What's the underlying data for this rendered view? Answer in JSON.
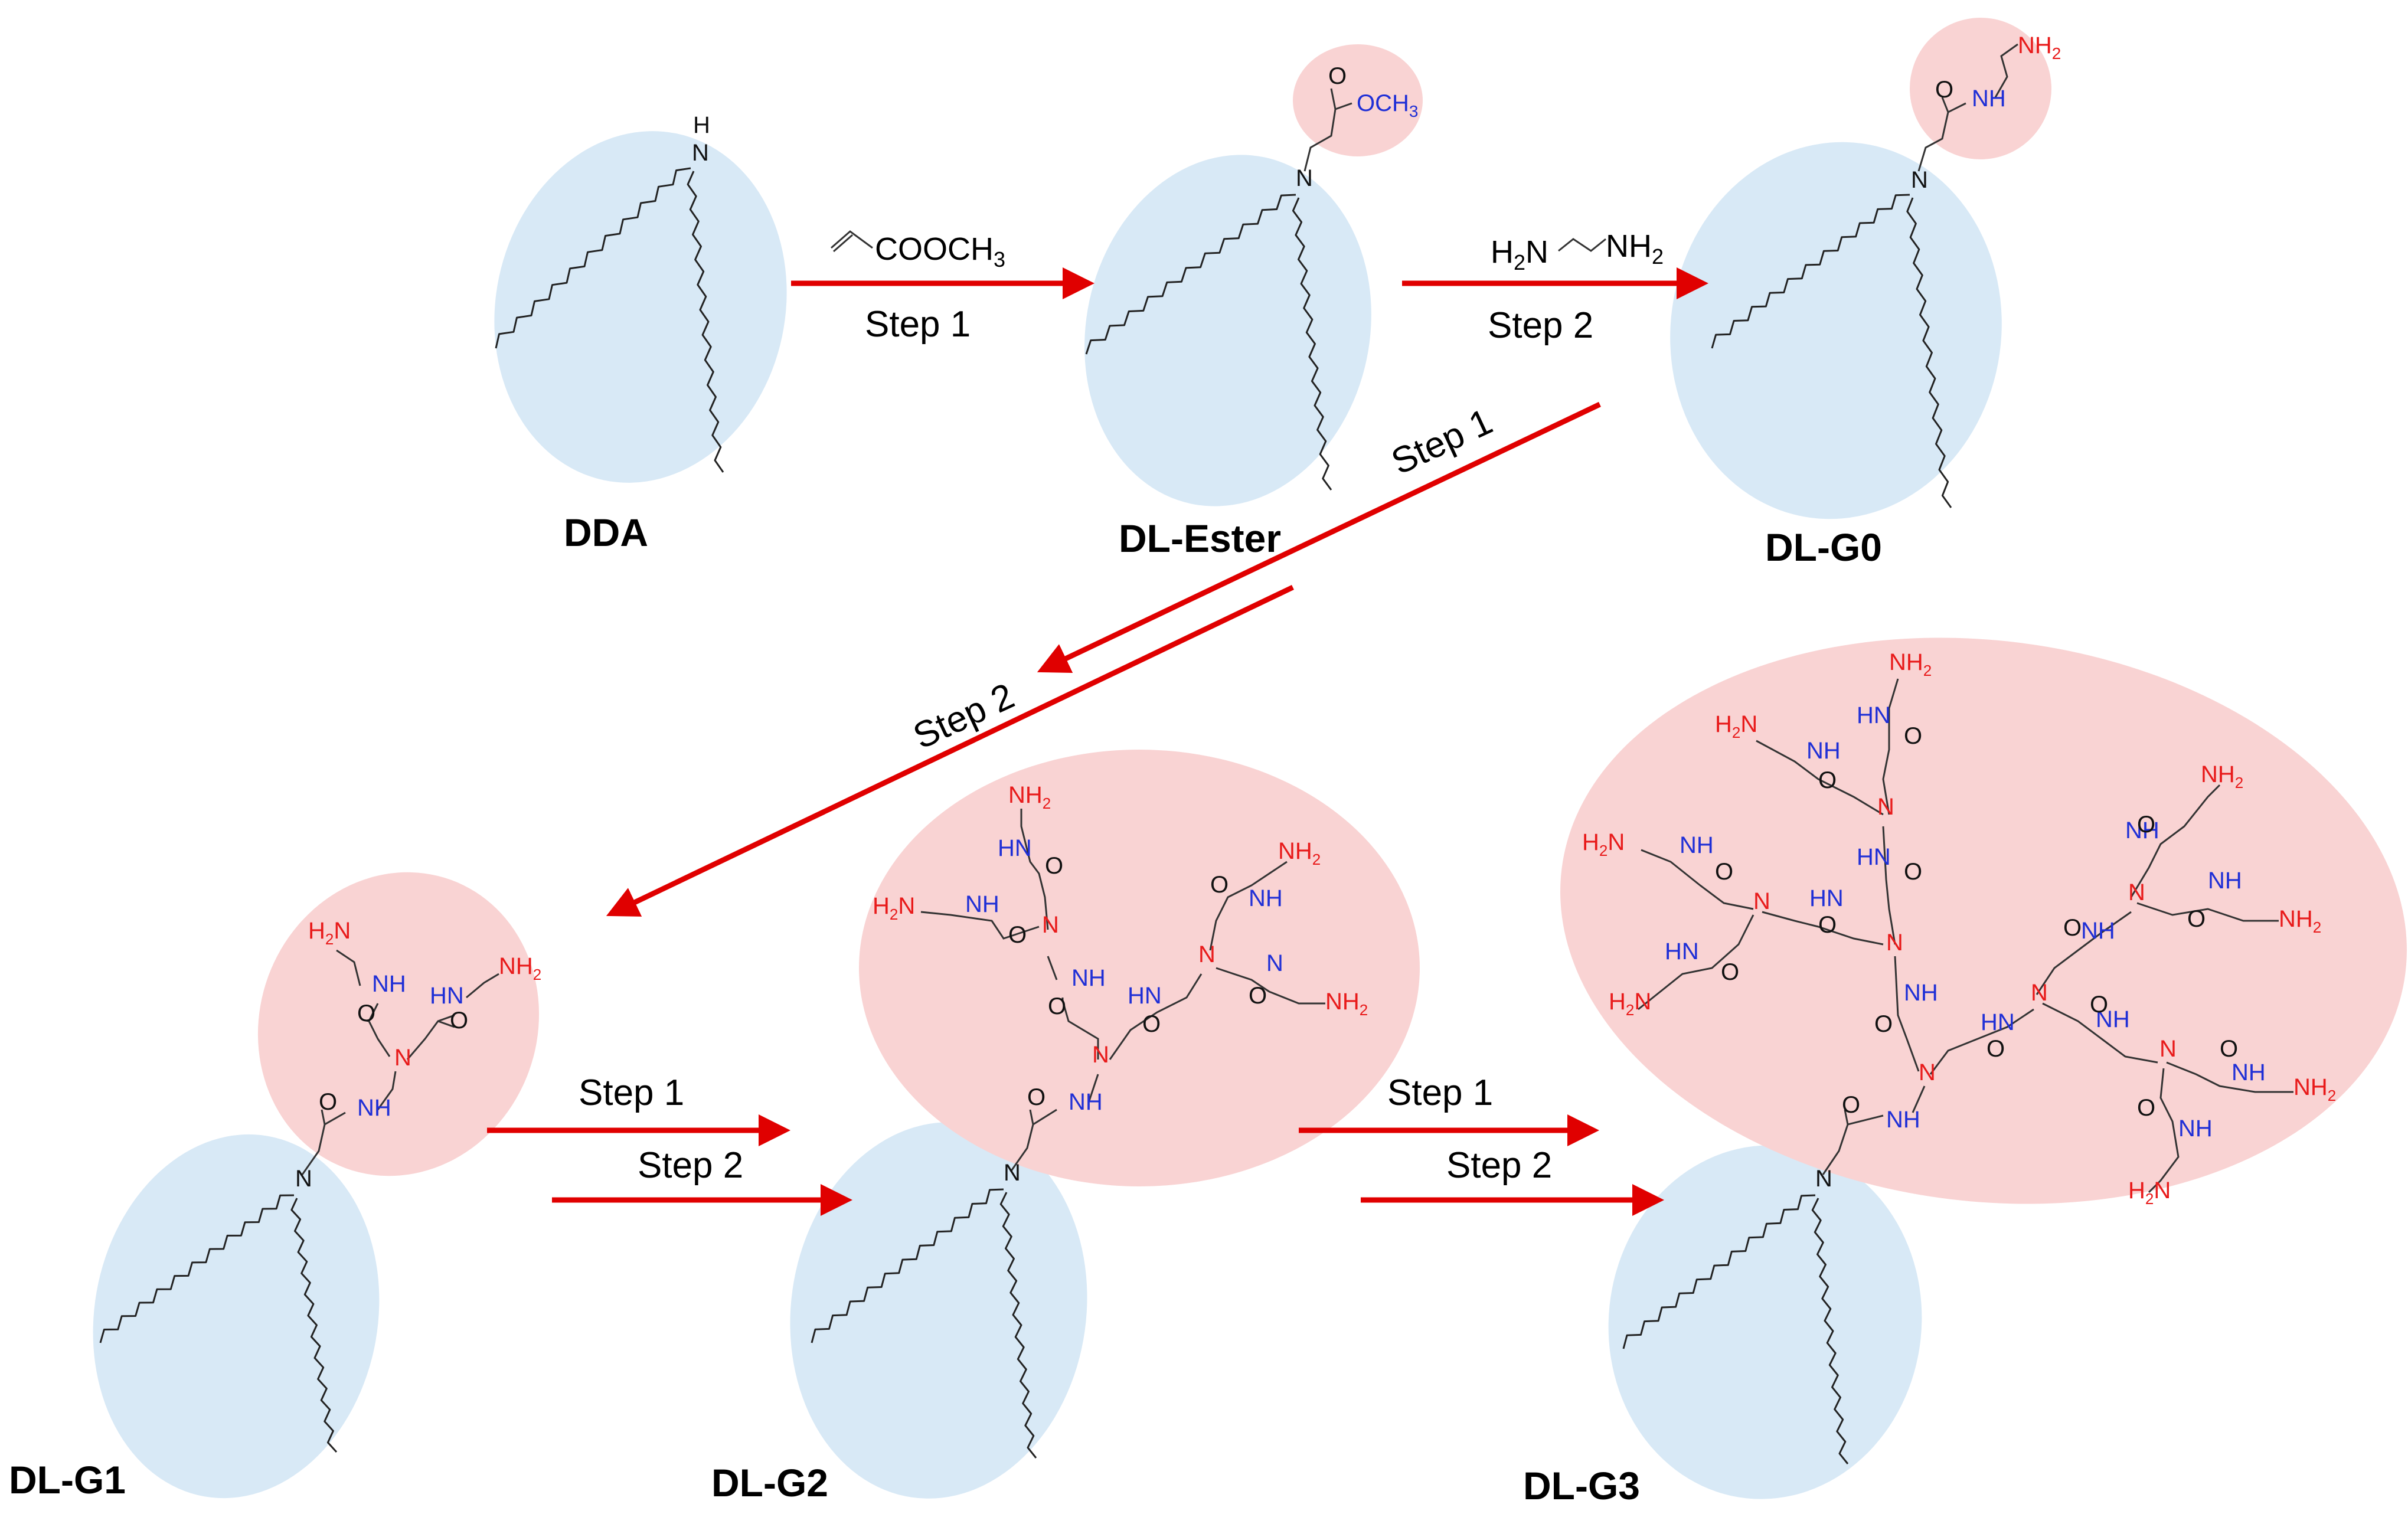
{
  "molecules": {
    "dda": "DDA",
    "dl_ester": "DL-Ester",
    "dl_g0": "DL-G0",
    "dl_g1": "DL-G1",
    "dl_g2": "DL-G2",
    "dl_g3": "DL-G3"
  },
  "arrows": {
    "step1": "Step 1",
    "step2": "Step 2"
  },
  "reagents": {
    "acrylate": "COOCH",
    "acrylate_sub": "3",
    "amine_left": "H",
    "amine_left_sub": "2",
    "amine_left_n": "N",
    "amine_right": "NH",
    "amine_right_sub": "2"
  },
  "atoms": {
    "h": "H",
    "n": "N",
    "nh": "NH",
    "hn": "HN",
    "nh2": "NH",
    "h2n": "H",
    "sub2": "2",
    "ome": "OCH",
    "sub3": "3",
    "o": "O"
  },
  "colors": {
    "hydrophobic": "#d8e9f6",
    "hydrophilic": "#f9d3d3",
    "arrow": "#e00000",
    "amide": "#1f2fd6",
    "amine": "#e81a1a"
  }
}
